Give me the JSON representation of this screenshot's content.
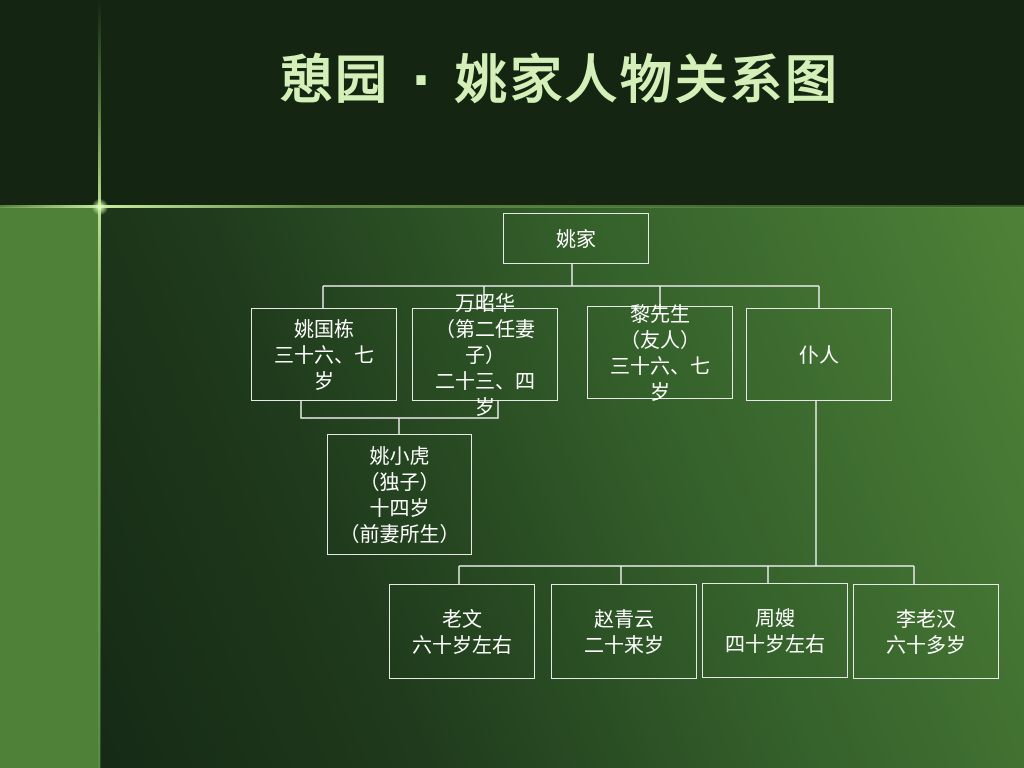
{
  "title": "憩园 · 姚家人物关系图",
  "colors": {
    "header": "#142612",
    "body": "#4f8238",
    "title": "#d4f0b8",
    "line": "#e8e8e8"
  },
  "nodes": {
    "yao_family": "姚家",
    "yao_guodong": "姚国栋\n三十六、七\n岁",
    "wan_zhaohua": "万昭华\n（第二任妻\n子）\n二十三、四\n岁",
    "mr_li": "黎先生\n（友人）\n三十六、七\n岁",
    "servants": "仆人",
    "yao_xiaohu": "姚小虎\n（独子）\n十四岁\n（前妻所生）",
    "lao_wen": "老文\n六十岁左右",
    "zhao_qingyun": "赵青云\n二十来岁",
    "zhou_sao": "周嫂\n四十岁左右",
    "li_laohan": "李老汉\n六十多岁"
  }
}
